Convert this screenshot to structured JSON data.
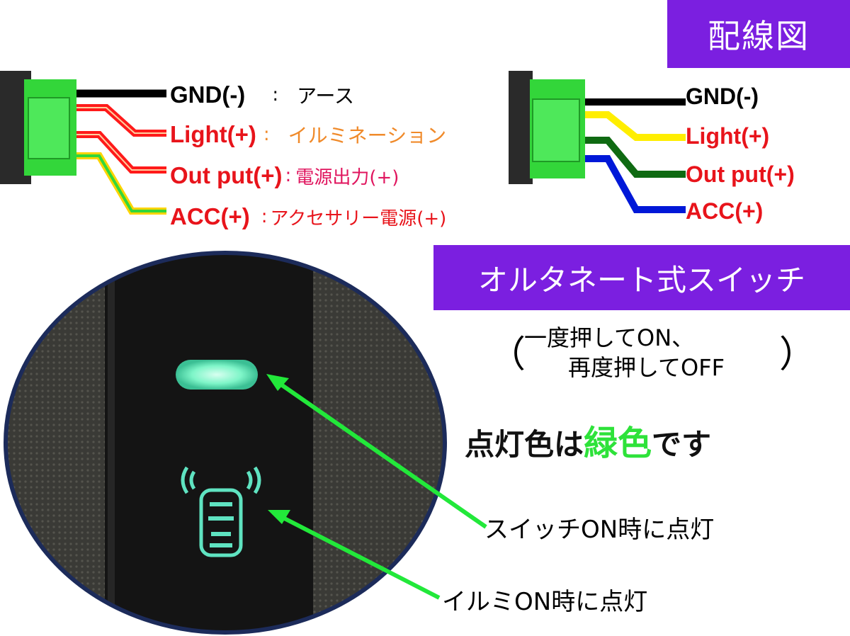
{
  "title": "配線図",
  "wires_left": [
    {
      "label": "GND(-)",
      "desc": "アース",
      "label_color": "#000000",
      "desc_color": "#000000",
      "wire_color": "#000000"
    },
    {
      "label": "Light(+)",
      "desc": "イルミネーション",
      "label_color": "#e8141b",
      "desc_color": "#f08a2a",
      "wire_color": "#ff1a1a"
    },
    {
      "label": "Out put(+)",
      "desc": "電源出力(+)",
      "label_color": "#e8141b",
      "desc_color": "#e0155e",
      "wire_color": "#ff1a1a"
    },
    {
      "label": "ACC(+)",
      "desc": "アクセサリー電源(+)",
      "label_color": "#e8141b",
      "desc_color": "#e8141b",
      "wire_color": "#ffd400"
    }
  ],
  "separator": ":",
  "wires_right": [
    {
      "label": "GND(-)",
      "label_color": "#000000",
      "wire_color": "#000000"
    },
    {
      "label": "Light(+)",
      "label_color": "#e8141b",
      "wire_color": "#ffee00"
    },
    {
      "label": "Out put(+)",
      "label_color": "#e8141b",
      "wire_color": "#0f6a12"
    },
    {
      "label": "ACC(+)",
      "label_color": "#e8141b",
      "wire_color": "#0018d8"
    }
  ],
  "switch_type": "オルタネート式スイッチ",
  "switch_note_line1": "一度押してON、",
  "switch_note_line2": "再度押してOFF",
  "paren_open": "（",
  "paren_close": "）",
  "light_color_text": {
    "before": "点灯色は",
    "highlight": "緑色",
    "after": "です"
  },
  "callout_switch_on": "スイッチON時に点灯",
  "callout_illumi_on": "イルミON時に点灯",
  "colors": {
    "accent_purple": "#7b1fe0",
    "green_led": "#7ef5c8",
    "callout_line": "#22e83a",
    "connector_green": "#33d63a"
  }
}
